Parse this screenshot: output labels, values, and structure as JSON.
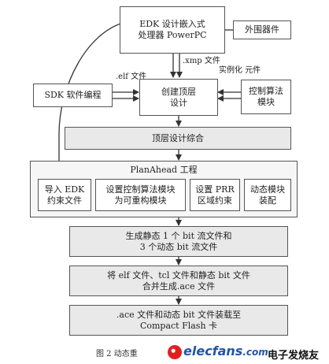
{
  "boxes": {
    "edk": [
      "EDK 设计嵌入式",
      "处理器 PowerPC"
    ],
    "peripheral": "外围器件",
    "sdk": "SDK 软件编程",
    "create_top": [
      "创建顶层",
      "设计"
    ],
    "control_module": [
      "控制算法",
      "模块"
    ],
    "top_synth": "顶层设计综合",
    "planahead_title": "PlanAhead 工程",
    "import_edk": [
      "导入 EDK",
      "约束文件"
    ],
    "set_control": [
      "设置控制算法模块",
      "为可重构模块"
    ],
    "set_prr": [
      "设置 PRR",
      "区域约束"
    ],
    "dynamic_assembly": [
      "动态模块",
      "装配"
    ],
    "gen_bit": [
      "生成静态 1 个 bit 流文件和",
      "3 个动态 bit 流文件"
    ],
    "merge_ace": [
      "将 elf 文件、tcl 文件和静态 bit 文件",
      "合并生成.ace 文件"
    ],
    "load_flash": [
      ".ace 文件和动态 bit 文件装载至",
      "Compact Flash 卡"
    ]
  },
  "labels": {
    "xmp": [
      ".xmp",
      "文件"
    ],
    "elf": [
      ".elf",
      "文件"
    ],
    "inst": [
      "实例化",
      "元件"
    ]
  },
  "caption": "图 2   动态重",
  "watermark": {
    "brand": "elecfans",
    "domain": ".com",
    "cn": "电子发烧友"
  }
}
